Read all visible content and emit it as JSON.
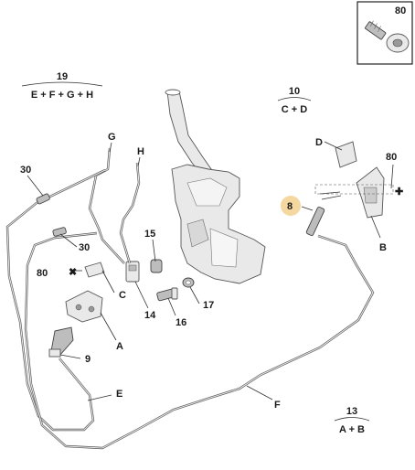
{
  "inset": {
    "ref": "80"
  },
  "groups": [
    {
      "id": "g19",
      "num": "19",
      "formula": "E + F + G + H"
    },
    {
      "id": "g10",
      "num": "10",
      "formula": "C + D"
    },
    {
      "id": "g13",
      "num": "13",
      "formula": "A + B"
    }
  ],
  "labels": {
    "l30a": "30",
    "l30b": "30",
    "lG": "G",
    "lH": "H",
    "l15": "15",
    "l14": "14",
    "l16": "16",
    "l17": "17",
    "l80a": "80",
    "lC": "C",
    "lA": "A",
    "l9": "9",
    "lE": "E",
    "lF": "F",
    "lD": "D",
    "l80b": "80",
    "l8": "8",
    "lB": "B"
  },
  "symbols": {
    "cross_mark": "✖",
    "plus_mark": "✚"
  },
  "colors": {
    "highlight": "#f5d7a0",
    "stroke": "#333333"
  }
}
